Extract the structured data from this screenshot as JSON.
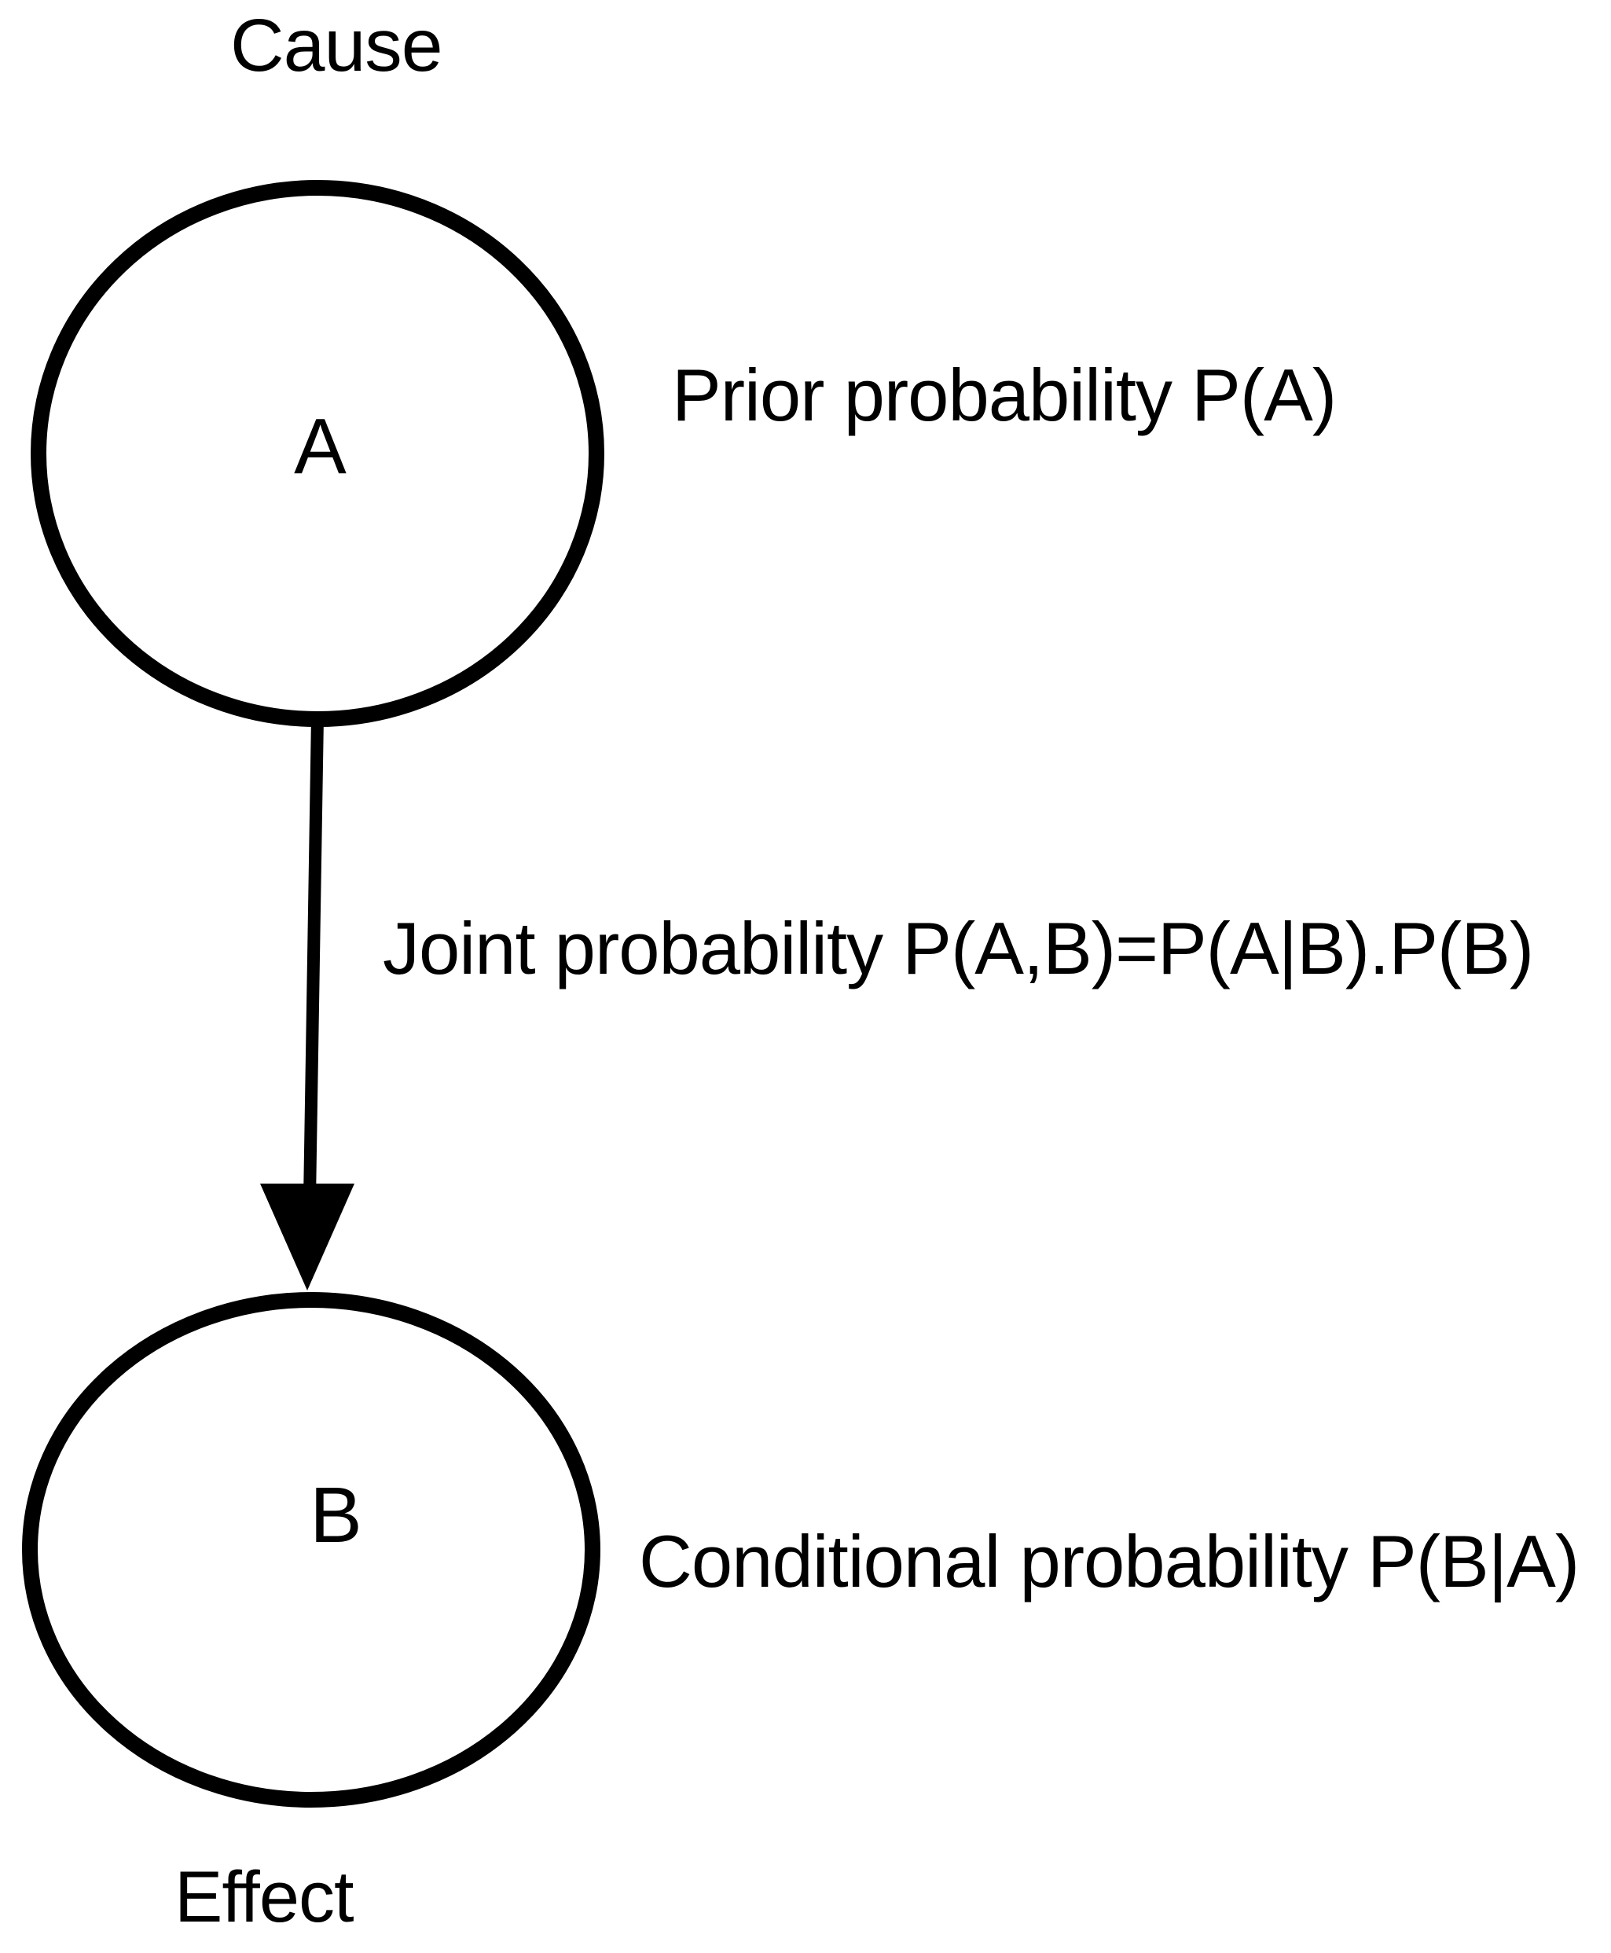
{
  "diagram": {
    "top_caption": "Cause",
    "bottom_caption": "Effect",
    "nodes": [
      {
        "id": "A",
        "label": "A",
        "role": "cause",
        "annotation": "Prior probability P(A)"
      },
      {
        "id": "B",
        "label": "B",
        "role": "effect",
        "annotation": "Conditional probability P(B|A)"
      }
    ],
    "edge": {
      "from": "A",
      "to": "B",
      "label": "Joint probability P(A,B)=P(A|B).P(B)"
    },
    "colors": {
      "background": "#ffffff",
      "stroke": "#000000",
      "text": "#000000"
    }
  }
}
